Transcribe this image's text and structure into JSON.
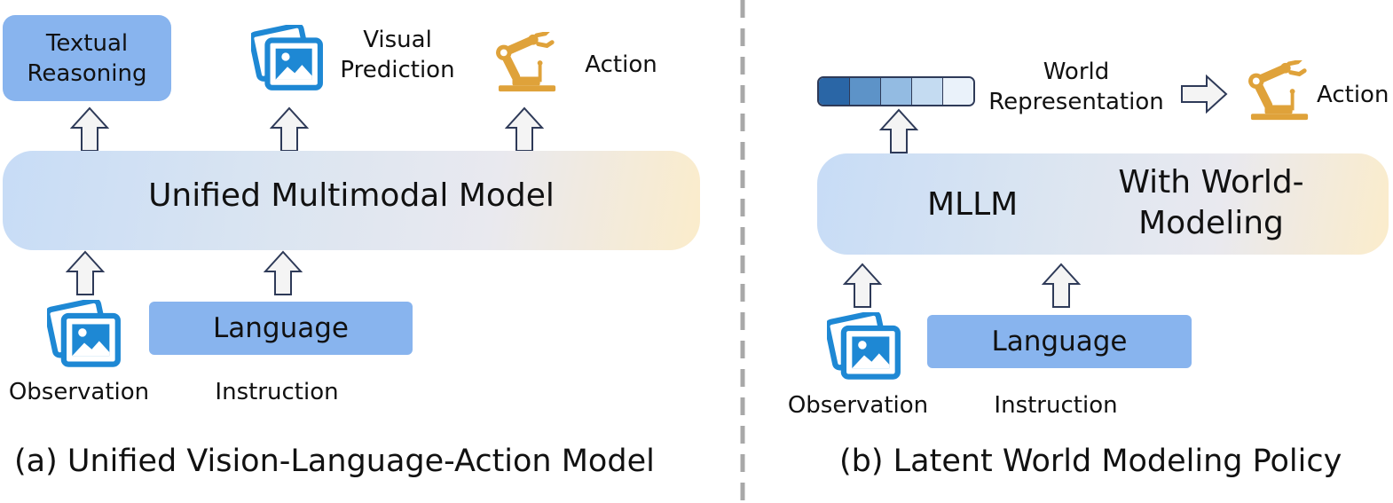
{
  "panel_a": {
    "outputs": {
      "textual_reasoning": [
        "Textual",
        "Reasoning"
      ],
      "visual_prediction": [
        "Visual",
        "Prediction"
      ],
      "action": "Action"
    },
    "model_label": "Unified Multimodal Model",
    "inputs": {
      "language": "Language",
      "observation": "Observation",
      "instruction": "Instruction"
    },
    "caption": "(a) Unified Vision-Language-Action Model"
  },
  "panel_b": {
    "world_representation": [
      "World",
      "Representation"
    ],
    "action": "Action",
    "model_label_left": "MLLM",
    "model_label_right": [
      "With World-",
      "Modeling"
    ],
    "inputs": {
      "language": "Language",
      "observation": "Observation",
      "instruction": "Instruction"
    },
    "caption": "(b) Latent World Modeling Policy"
  },
  "colors": {
    "box_blue": "#88b4ee",
    "icon_blue": "#1e88d4",
    "robot_gold": "#dfa23a",
    "arrow_fill": "#f4f4f4",
    "arrow_stroke": "#2e3a58",
    "divider": "#a8a8a8"
  },
  "icons": [
    "image-icon",
    "robot-arm-icon",
    "up-arrow-icon",
    "right-arrow-icon"
  ]
}
